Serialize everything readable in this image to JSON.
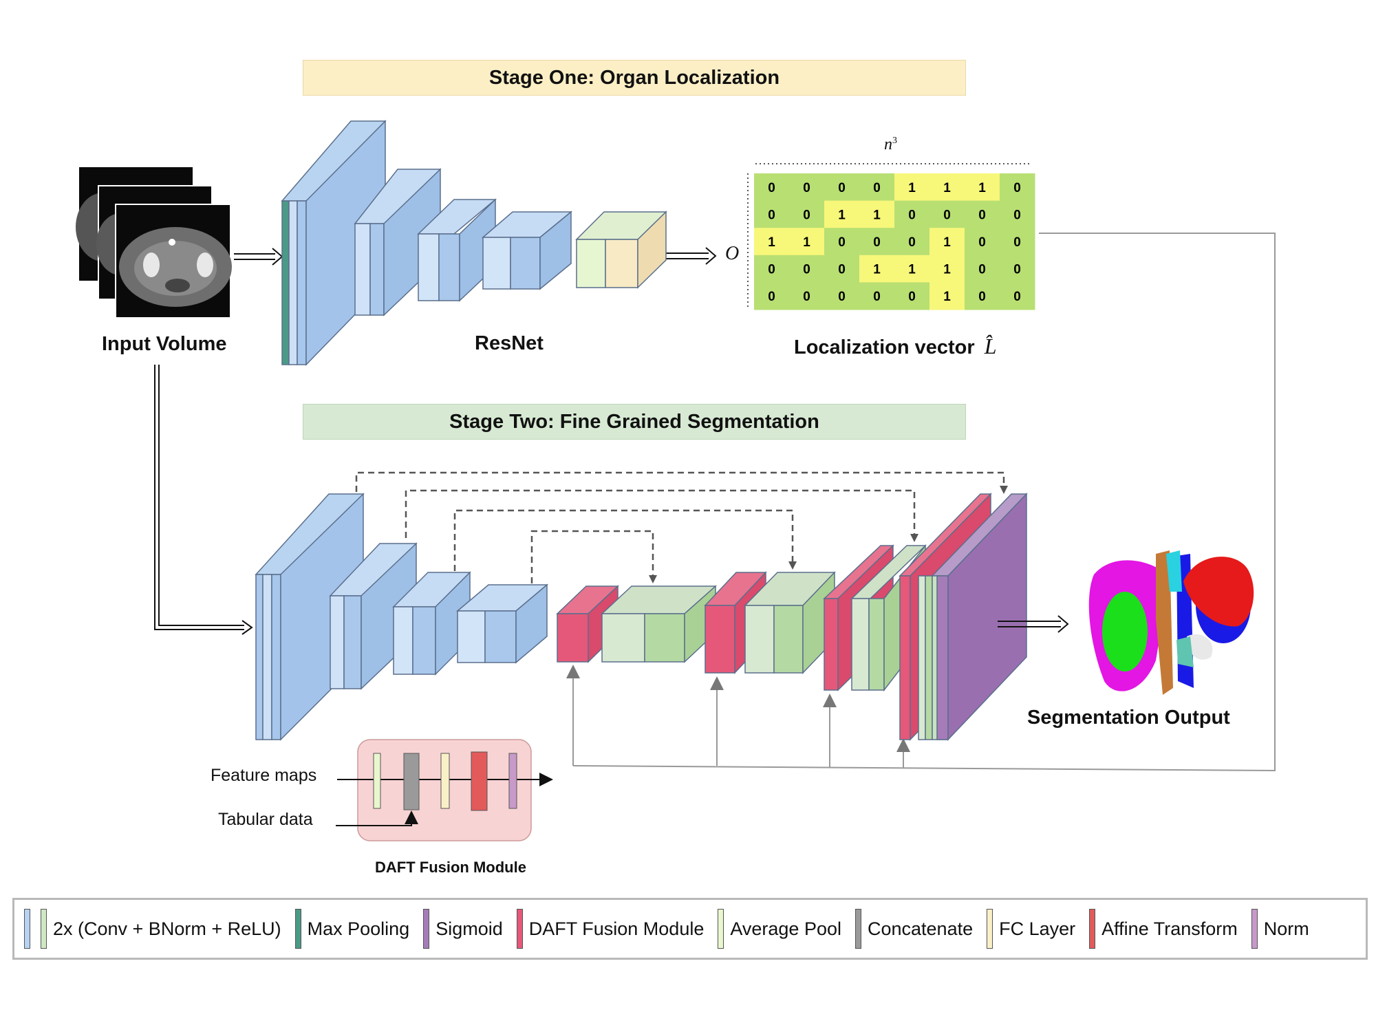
{
  "stage_one": {
    "title": "Stage One: Organ Localization"
  },
  "stage_two": {
    "title": "Stage Two: Fine Grained Segmentation"
  },
  "input_label": "Input Volume",
  "resnet_label": "ResNet",
  "output_symbol": "O",
  "localization": {
    "title": "Localization vector",
    "symbol": "L̂",
    "n_label": "n",
    "n_exp": "3",
    "grid": [
      [
        0,
        0,
        0,
        0,
        1,
        1,
        1,
        0
      ],
      [
        0,
        0,
        1,
        1,
        0,
        0,
        0,
        0
      ],
      [
        1,
        1,
        0,
        0,
        0,
        1,
        0,
        0
      ],
      [
        0,
        0,
        0,
        1,
        1,
        1,
        0,
        0
      ],
      [
        0,
        0,
        0,
        0,
        0,
        1,
        0,
        0
      ]
    ],
    "colors": {
      "zero": "#b8df72",
      "one": "#f7f77a"
    }
  },
  "segmentation_label": "Segmentation Output",
  "daft": {
    "title": "DAFT Fusion Module",
    "input_feature": "Feature maps",
    "input_tabular": "Tabular data"
  },
  "legend": [
    {
      "label": "2x (Conv + BNorm + ReLU)",
      "colors": [
        "#b7d3f2",
        "#cfe8c3"
      ],
      "icon": "conv-block-icon"
    },
    {
      "label": "Max Pooling",
      "colors": [
        "#4a9a86"
      ],
      "icon": "max-pooling-icon"
    },
    {
      "label": "Sigmoid",
      "colors": [
        "#a57cb8"
      ],
      "icon": "sigmoid-icon"
    },
    {
      "label": "DAFT Fusion Module",
      "colors": [
        "#e6587a"
      ],
      "icon": "daft-module-icon"
    },
    {
      "label": "Average Pool",
      "colors": [
        "#e9f7cf"
      ],
      "icon": "average-pool-icon"
    },
    {
      "label": "Concatenate",
      "colors": [
        "#9a9a9a"
      ],
      "icon": "concatenate-icon"
    },
    {
      "label": "FC Layer",
      "colors": [
        "#faf0c8"
      ],
      "icon": "fc-layer-icon"
    },
    {
      "label": "Affine Transform",
      "colors": [
        "#e25a5a"
      ],
      "icon": "affine-transform-icon"
    },
    {
      "label": "Norm",
      "colors": [
        "#c79ac9"
      ],
      "icon": "norm-icon"
    }
  ]
}
